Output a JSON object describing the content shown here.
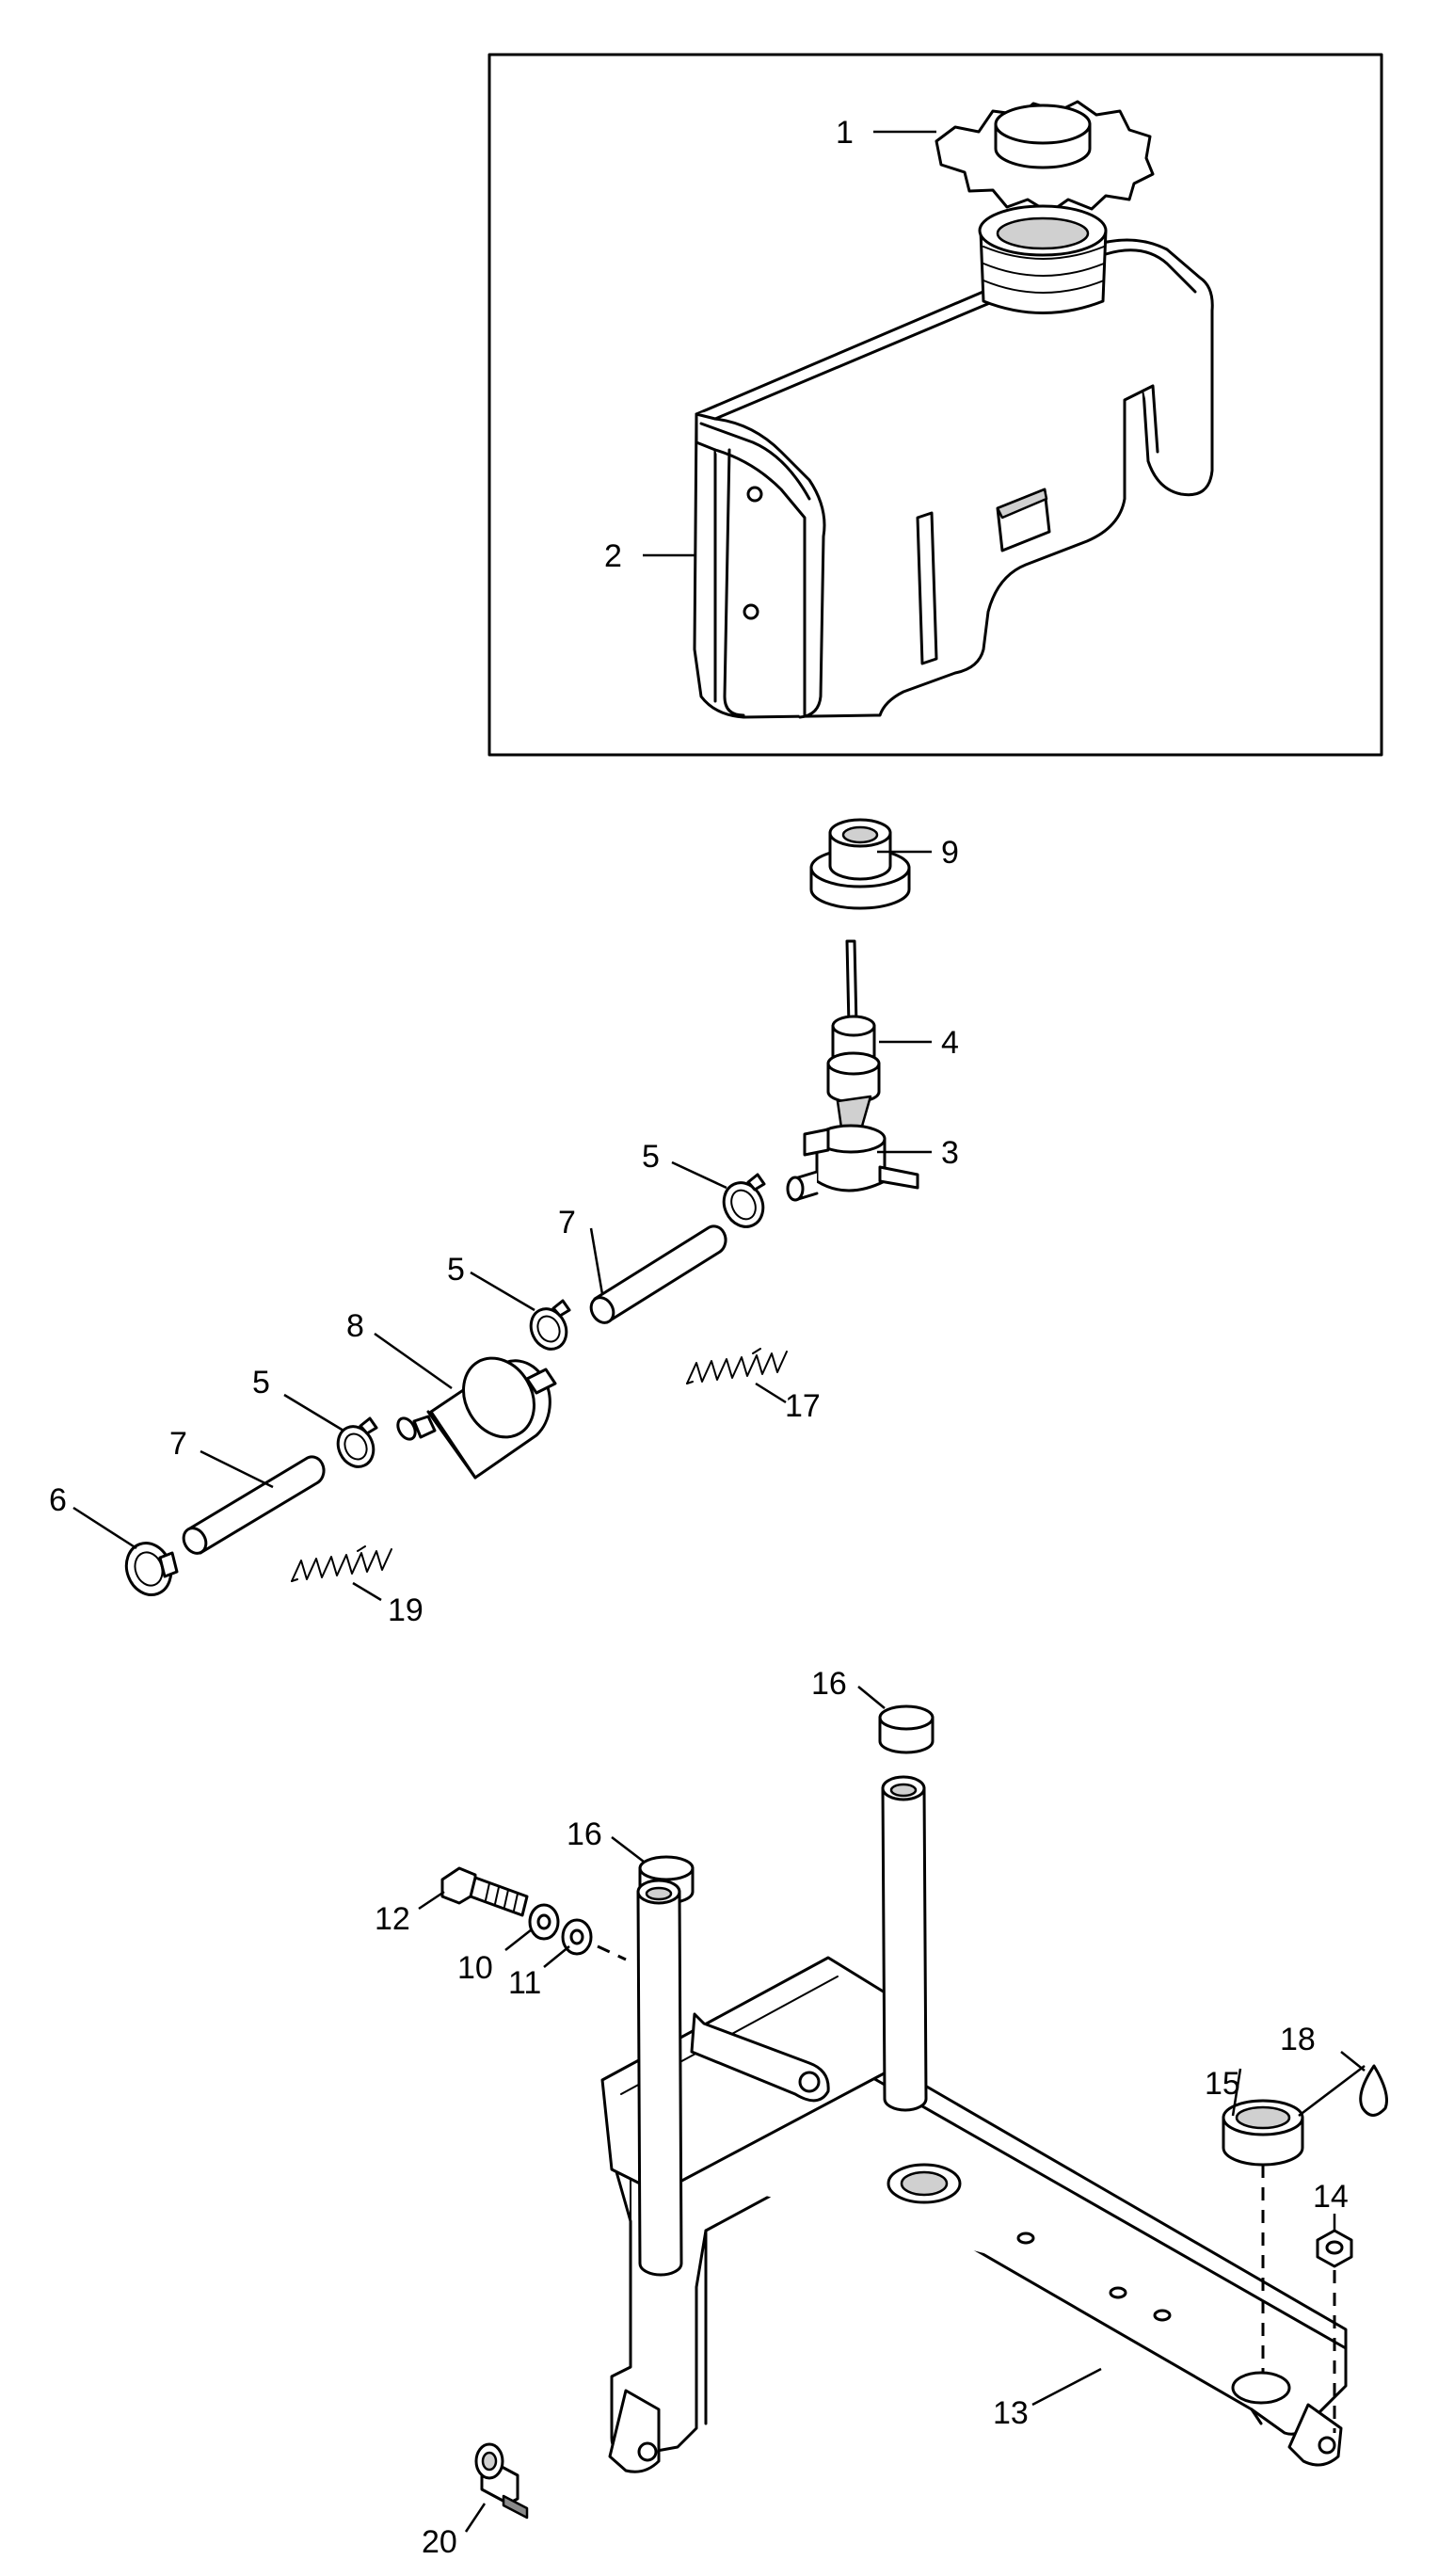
{
  "callouts": {
    "c1": "1",
    "c2": "2",
    "c3": "3",
    "c4": "4",
    "c5a": "5",
    "c5b": "5",
    "c5c": "5",
    "c6": "6",
    "c7a": "7",
    "c7b": "7",
    "c8": "8",
    "c9": "9",
    "c10": "10",
    "c11": "11",
    "c12": "12",
    "c13": "13",
    "c14": "14",
    "c15": "15",
    "c16a": "16",
    "c16b": "16",
    "c17": "17",
    "c18": "18",
    "c19": "19",
    "c20": "20"
  }
}
